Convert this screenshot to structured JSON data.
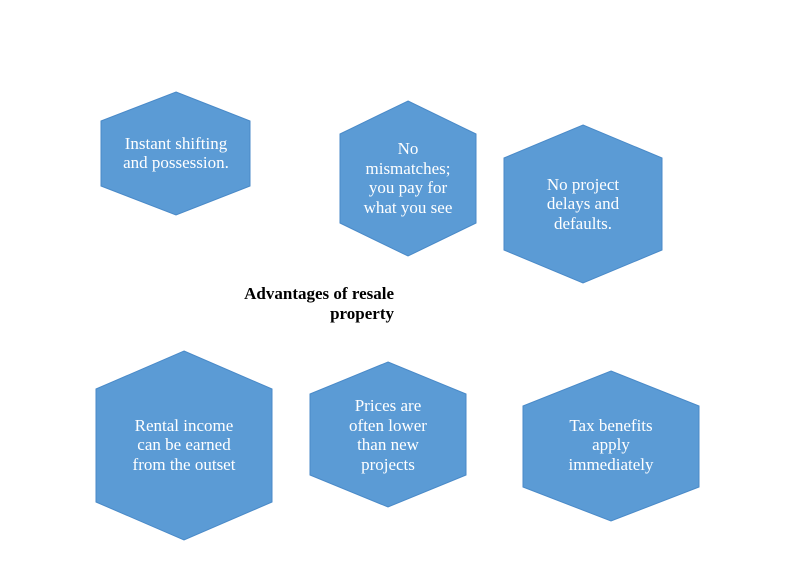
{
  "title": "Advantages of resale property",
  "colors": {
    "hexagon_fill": "#5b9bd5",
    "hexagon_text": "#ffffff",
    "title_text": "#000000",
    "background": "#ffffff"
  },
  "hexagons": [
    {
      "id": "instant-shifting",
      "text": "Instant shifting and possession."
    },
    {
      "id": "no-mismatches",
      "text": "No mismatches; you pay for what you see"
    },
    {
      "id": "no-project-delays",
      "text": "No project delays and defaults."
    },
    {
      "id": "rental-income",
      "text": "Rental income can be earned from the outset"
    },
    {
      "id": "prices-lower",
      "text": "Prices are often lower than new projects"
    },
    {
      "id": "tax-benefits",
      "text": "Tax benefits apply immediately"
    }
  ]
}
